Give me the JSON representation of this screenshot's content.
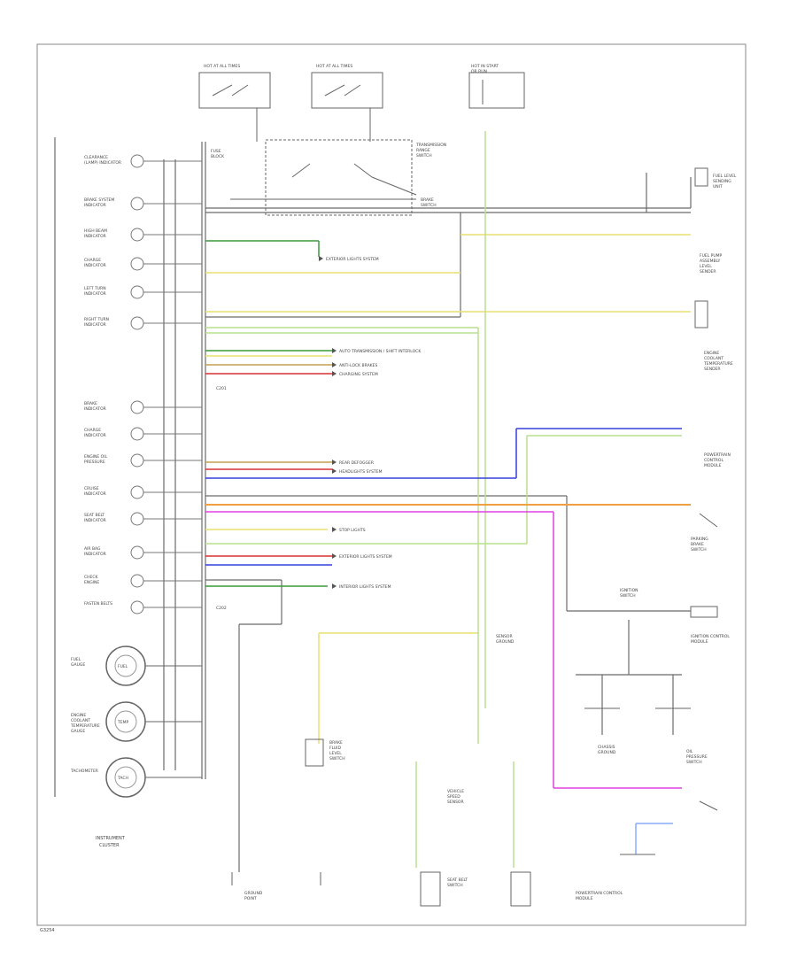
{
  "diagram": {
    "footer_code": "G3254",
    "cluster_label": [
      "INSTRUMENT",
      "CLUSTER"
    ],
    "left_labels": [
      {
        "lines": [
          "CLEARANCE",
          "(LAMP) INDICATOR"
        ]
      },
      {
        "lines": [
          "BRAKE SYSTEM",
          "INDICATOR"
        ]
      },
      {
        "lines": [
          "HIGH BEAM",
          "INDICATOR"
        ]
      },
      {
        "lines": [
          "CHARGE",
          "INDICATOR"
        ]
      },
      {
        "lines": [
          "LEFT TURN",
          "INDICATOR"
        ]
      },
      {
        "lines": [
          "RIGHT TURN",
          "INDICATOR"
        ]
      },
      {
        "lines": [
          "BRAKE",
          "INDICATOR"
        ]
      },
      {
        "lines": [
          "CHARGE",
          "INDICATOR"
        ]
      },
      {
        "lines": [
          "ENGINE OIL",
          "PRESSURE"
        ]
      },
      {
        "lines": [
          "CRUISE",
          "INDICATOR"
        ]
      },
      {
        "lines": [
          "SEAT BELT",
          "INDICATOR"
        ]
      },
      {
        "lines": [
          "AIR BAG",
          "INDICATOR"
        ]
      },
      {
        "lines": [
          "CHECK",
          "ENGINE"
        ]
      },
      {
        "lines": [
          "FASTEN BELTS"
        ]
      }
    ],
    "gauges": [
      {
        "name": "FUEL",
        "lines": [
          "FUEL",
          "GAUGE"
        ]
      },
      {
        "name": "TEMP",
        "lines": [
          "ENGINE",
          "COOLANT",
          "TEMPERATURE",
          "GAUGE"
        ]
      },
      {
        "name": "TACH",
        "lines": [
          "TACHOMETER"
        ]
      }
    ],
    "top_fuse_1": [
      "HOT AT ALL TIMES"
    ],
    "top_fuse_2": [
      "HOT AT ALL TIMES"
    ],
    "top_fuse_3": [
      "HOT IN START",
      "OR RUN"
    ],
    "fuse_labels": [
      "FUSE",
      "BLOCK"
    ],
    "transmission_label": [
      "TRANSMISSION",
      "RANGE",
      "SWITCH"
    ],
    "brake_switch_label": [
      "BRAKE",
      "SWITCH"
    ],
    "connector_c1": "C201",
    "connector_c2": "C202",
    "system_labels": [
      "EXTERIOR LIGHTS SYSTEM",
      "AUTO TRANSMISSION / SHIFT INTERLOCK",
      "ANTI-LOCK BRAKES",
      "CHARGING SYSTEM",
      "REAR DEFOGGER",
      "HEADLIGHTS SYSTEM",
      "STOP LIGHTS",
      "EXTERIOR LIGHTS SYSTEM",
      "INTERIOR LIGHTS SYSTEM"
    ],
    "right_labels": [
      {
        "lines": [
          "FUEL LEVEL",
          "SENDING",
          "UNIT"
        ]
      },
      {
        "lines": [
          "FUEL PUMP",
          "ASSEMBLY",
          "LEVEL",
          "SENDER"
        ]
      },
      {
        "lines": [
          "ENGINE",
          "COOLANT",
          "TEMPERATURE",
          "SENDER"
        ]
      },
      {
        "lines": [
          "POWERTRAIN",
          "CONTROL",
          "MODULE"
        ]
      },
      {
        "lines": [
          "PARKING",
          "BRAKE",
          "SWITCH"
        ]
      },
      {
        "lines": [
          "IGNITION CONTROL",
          "MODULE"
        ]
      },
      {
        "lines": [
          "CHASSIS",
          "GROUND"
        ]
      },
      {
        "lines": [
          "OIL",
          "PRESSURE",
          "SWITCH"
        ]
      }
    ],
    "mid_labels": [
      {
        "lines": [
          "IGNITION",
          "SWITCH"
        ]
      },
      {
        "lines": [
          "SENSOR",
          "GROUND"
        ]
      },
      {
        "lines": [
          "BRAKE",
          "FLUID",
          "LEVEL",
          "SWITCH"
        ]
      },
      {
        "lines": [
          "VEHICLE",
          "SPEED",
          "SENSOR"
        ]
      },
      {
        "lines": [
          "SEAT BELT",
          "SWITCH"
        ]
      },
      {
        "lines": [
          "GROUND",
          "POINT"
        ]
      },
      {
        "lines": [
          "POWERTRAIN CONTROL",
          "MODULE"
        ]
      }
    ],
    "colors": {
      "line": "#6a6a6a",
      "green": "#3a9a3a",
      "yellow": "#e8e070",
      "ltgreen": "#b8e090",
      "blue": "#3340d8",
      "red": "#d83030",
      "orange": "#f0a040",
      "pink": "#e040e0",
      "tan": "#c0a050",
      "ltblue": "#88aaff"
    }
  }
}
